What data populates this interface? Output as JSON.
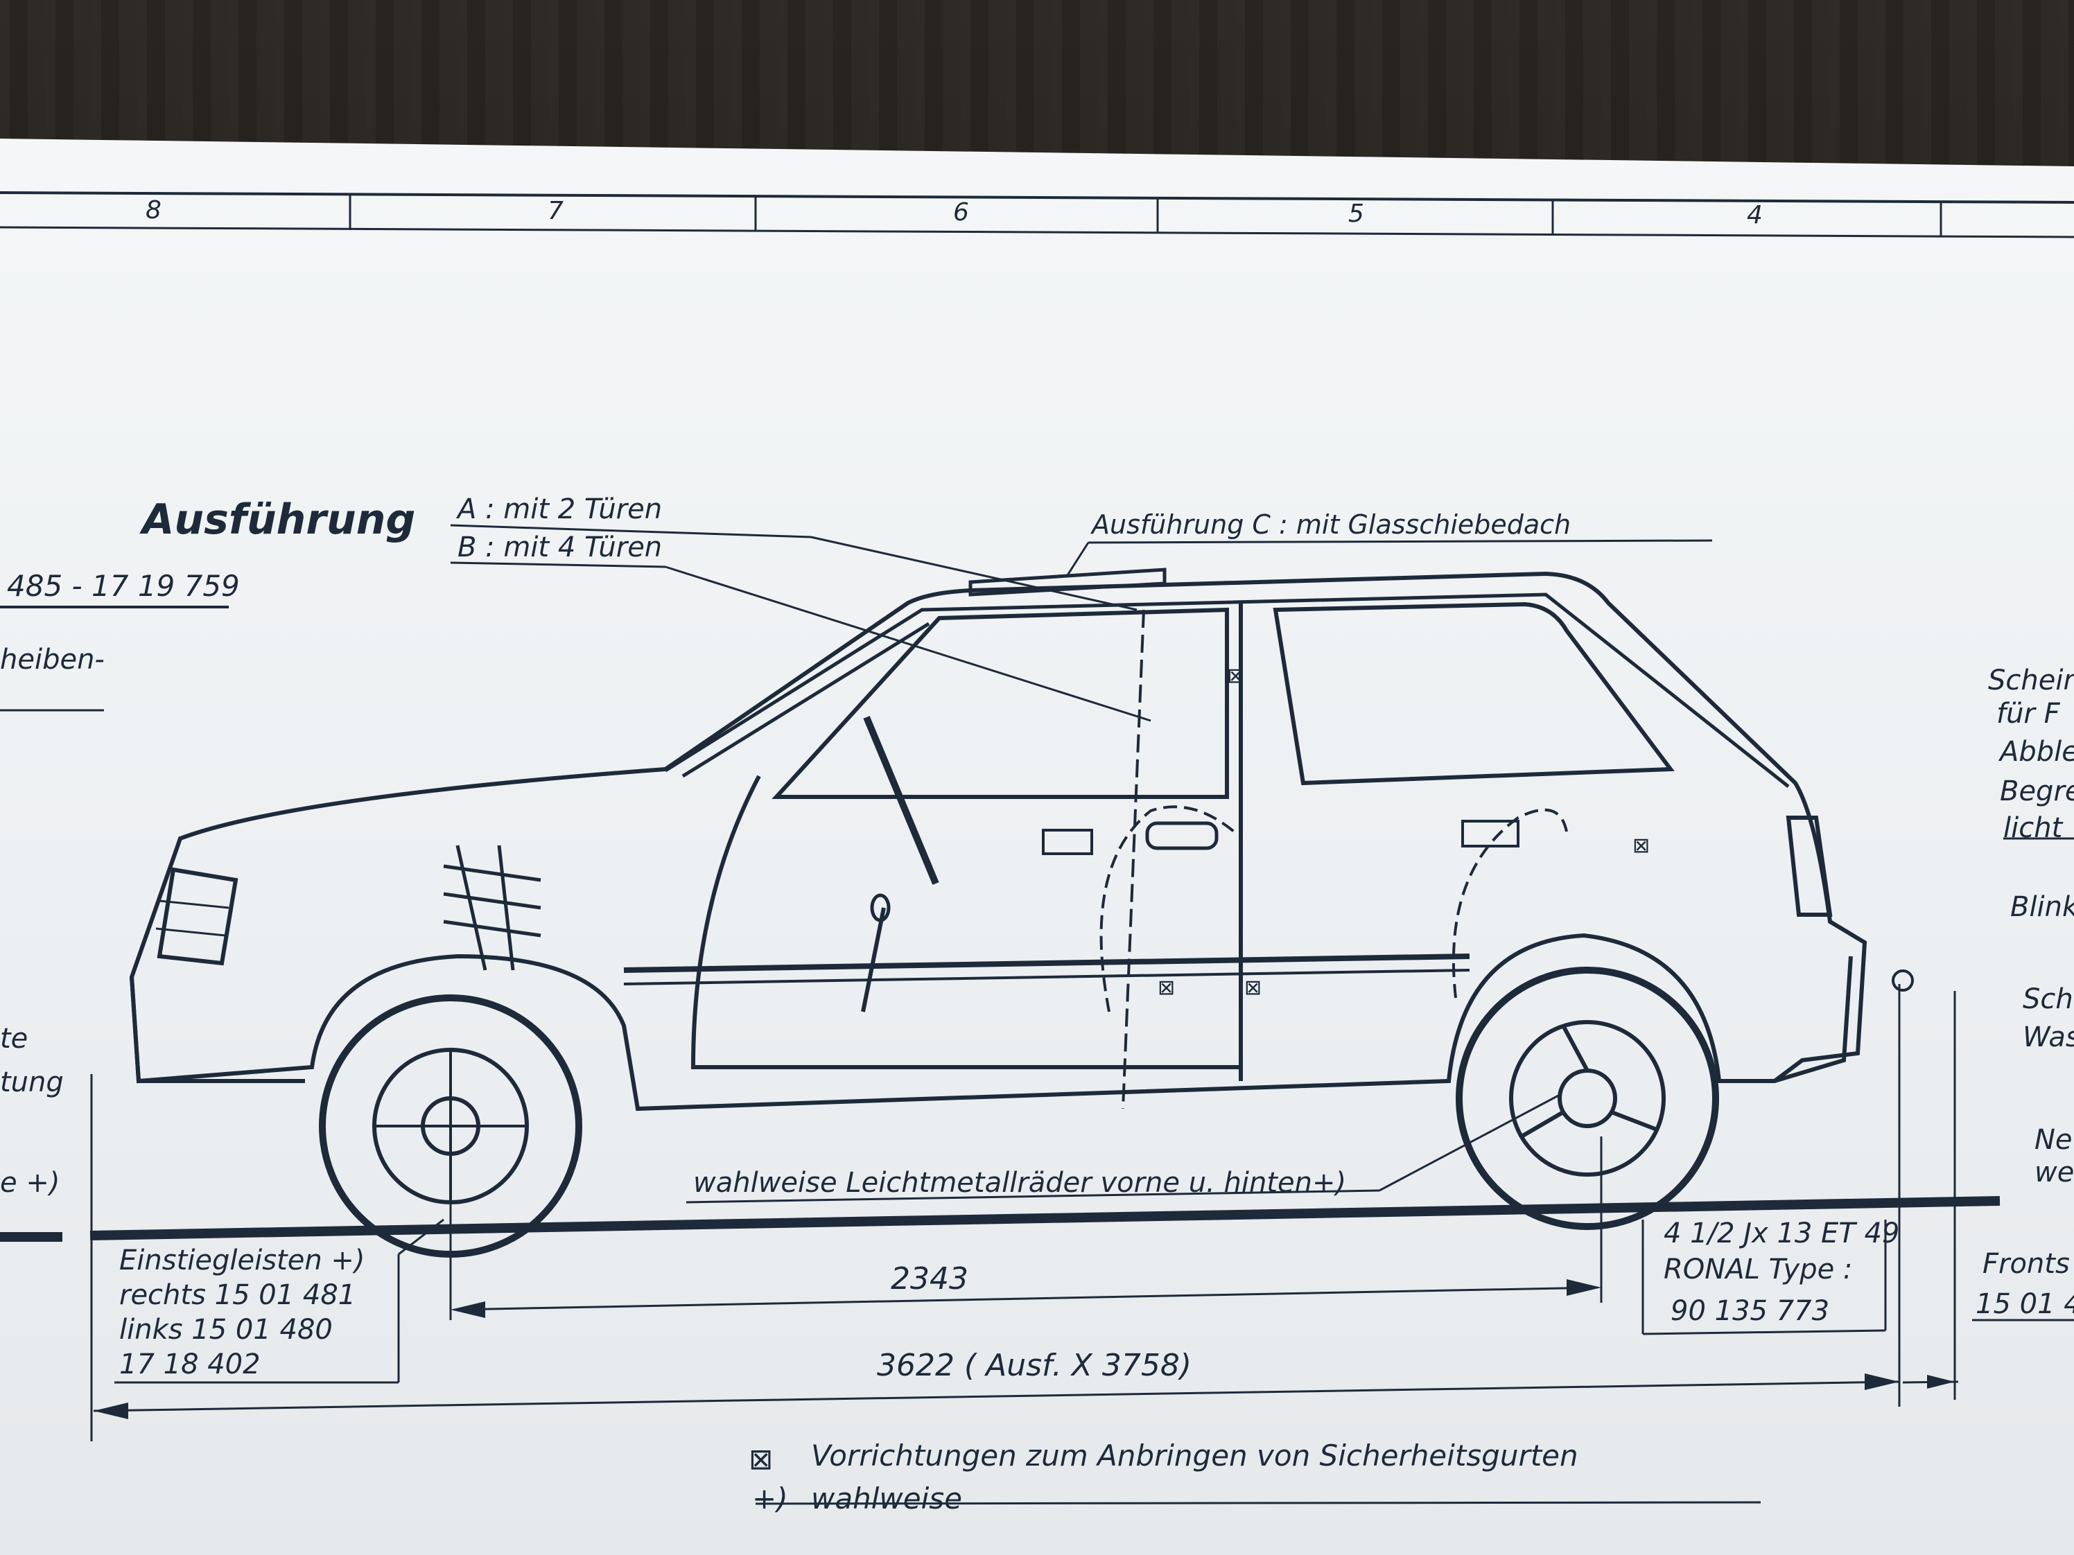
{
  "frame_zones": [
    "8",
    "7",
    "6",
    "5",
    "4"
  ],
  "variant": {
    "heading": "Ausführung",
    "option_a": "A : mit 2 Türen",
    "option_b": "B : mit 4 Türen",
    "option_c": "Ausführung C :  mit Glasschiebedach"
  },
  "left_notes": {
    "part_number": "485 - 17 19 759",
    "heiben": "heiben-",
    "te": "te",
    "tung": "tung",
    "e_plus": "e +)"
  },
  "right_notes": [
    "Schein",
    "für  F",
    "Abble",
    "Begre",
    "licht",
    "Blink",
    "Sch",
    "Was",
    "Ne",
    "we"
  ],
  "wheels_note": "wahlweise  Leichtmetallräder  vorne  u.  hinten+)",
  "sill_note": {
    "line1": "Einstiegleisten  +)",
    "line2": "rechts  15 01 481",
    "line3": "links  15 01 480",
    "line4": "17 18 402"
  },
  "rim_note": {
    "line1": "4  1/2 Jx 13 ET 49",
    "line2": "RONAL  Type :",
    "line3": "90  135  773"
  },
  "front_note": {
    "line1": "Fronts",
    "line2": "15 01 4"
  },
  "dimensions": {
    "wheelbase": "2343",
    "overall_length": "3622  ( Ausf. X 3758)"
  },
  "legend": {
    "symbol_seatbelt": "⊠",
    "seatbelt_text": "Vorrichtungen  zum    Anbringen   von    Sicherheitsgurten",
    "symbol_optional": "+)",
    "optional_text": "wahlweise"
  }
}
